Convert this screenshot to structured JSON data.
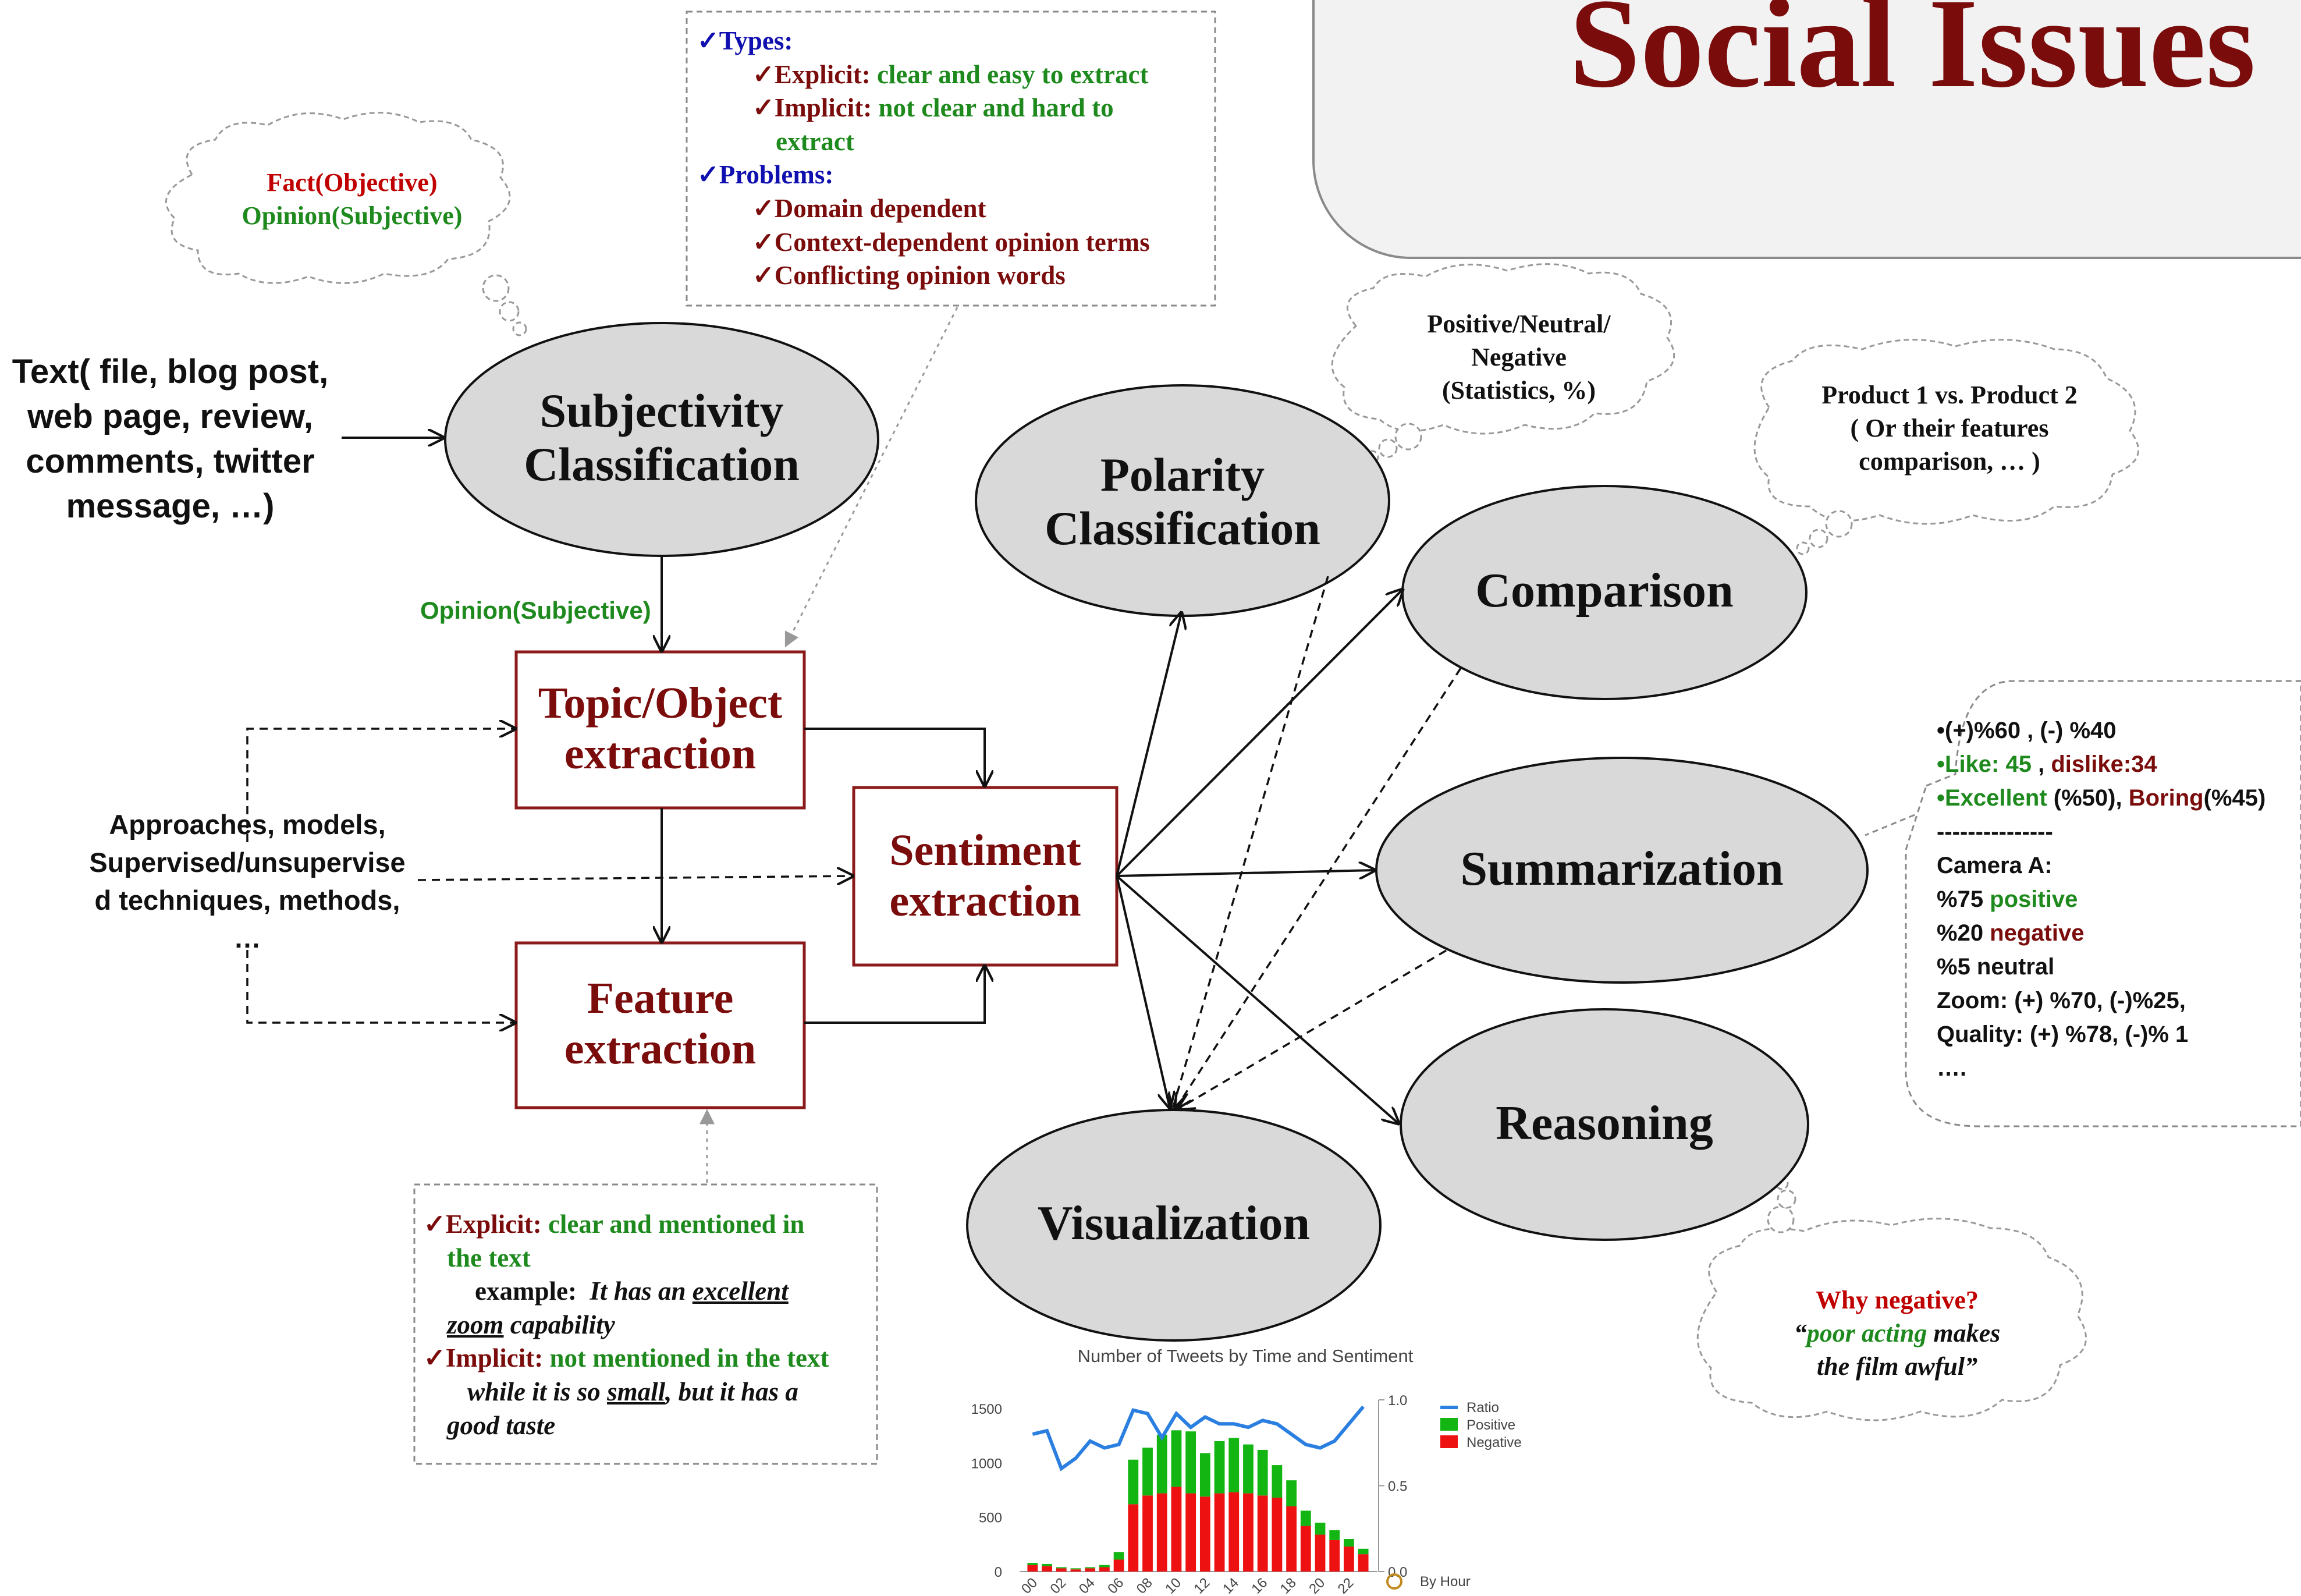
{
  "title": "Social Issues",
  "colors": {
    "title": "#7b0c0c",
    "ellipse_fill": "#d9d9d9",
    "rect_border": "#8b1a1a",
    "green": "#1e8a1e",
    "red": "#c00000",
    "dark_red": "#7b0c0c",
    "blue": "#1010b0",
    "chart_positive": "#12b512",
    "chart_negative": "#ee1111",
    "chart_ratio": "#2a7fe0"
  },
  "input_text": [
    "Text( file, blog post,",
    "web page, review,",
    "comments, twitter",
    "message, …)"
  ],
  "cloud_subjectivity": {
    "fact": "Fact(Objective)",
    "opinion": "Opinion(Subjective)"
  },
  "ellipses": {
    "subjectivity": [
      "Subjectivity",
      "Classification"
    ],
    "polarity": [
      "Polarity",
      "Classification"
    ],
    "comparison": "Comparison",
    "summarization": "Summarization",
    "reasoning": "Reasoning",
    "visualization": "Visualization"
  },
  "rects": {
    "topic": [
      "Topic/Object",
      "extraction"
    ],
    "feature": [
      "Feature",
      "extraction"
    ],
    "sentiment": [
      "Sentiment",
      "extraction"
    ]
  },
  "opinion_label": "Opinion(Subjective)",
  "approaches": [
    "Approaches,  models,",
    "Supervised/unsupervise",
    "d  techniques,  methods,",
    "…"
  ],
  "types_box": {
    "types_label": "✓Types:",
    "explicit_head": "✓Explicit:",
    "explicit_text": " clear and easy to extract",
    "implicit_head": "✓Implicit:",
    "implicit_text_1": "  not clear and hard to",
    "implicit_text_2": "extract",
    "problems_label": "✓Problems:",
    "problems": [
      "✓Domain dependent",
      "✓Context-dependent opinion terms",
      "✓Conflicting opinion words"
    ]
  },
  "feature_box": {
    "explicit_head": "✓Explicit:",
    "explicit_text_1": " clear and mentioned in",
    "explicit_text_2": "the text",
    "example_label": "example:",
    "example_1": "It has an ",
    "example_word_excellent": "excellent",
    "example_word_zoom": "zoom",
    "example_2": " capability",
    "implicit_head": "✓Implicit:",
    "implicit_text": "  not mentioned in the text",
    "implicit_ex_1": "while it is so ",
    "implicit_ex_small": "small",
    "implicit_ex_2": ", but it has a",
    "implicit_ex_3": "good taste"
  },
  "cloud_polarity": [
    "Positive/Neutral/",
    "Negative",
    "(Statistics, %)"
  ],
  "cloud_comparison": [
    "Product 1 vs. Product 2",
    "( Or their features",
    "comparison, … )"
  ],
  "summary_box": {
    "l1": "•(+)%60   ,   (-) %40",
    "l2_like": "•Like: 45",
    "l2_sep": " , ",
    "l2_dislike": "dislike:34",
    "l3_exc": "•Excellent",
    "l3_exc_val": " (%50), ",
    "l3_bor": "Boring",
    "l3_bor_val": "(%45)",
    "sep": "---------------",
    "camera": "Camera A:",
    "pos_val": "%75 ",
    "pos_word": "positive",
    "neg_val": "%20 ",
    "neg_word": "negative",
    "neutral": "%5 neutral",
    "zoom": "Zoom:  (+) %70, (-)%25,",
    "quality": "Quality: (+) %78, (-)% 1",
    "dots": "…."
  },
  "cloud_reasoning": {
    "why": "Why negative?",
    "quote_open": "“",
    "quote_green": "poor acting",
    "quote_rest": " makes",
    "quote_2": "the film awful”"
  },
  "chart_data": {
    "type": "bar",
    "title": "Number of Tweets by Time and Sentiment",
    "xlabel": "By Hour",
    "ylabel": "",
    "x_tick_labels": [
      "00",
      "02",
      "04",
      "06",
      "08",
      "10",
      "12",
      "14",
      "16",
      "18",
      "20",
      "22"
    ],
    "y_ticks_left": [
      "0",
      "500",
      "1000",
      "1500"
    ],
    "y_ticks_right": [
      "0.0",
      "0.5",
      "1.0"
    ],
    "ylim": [
      0,
      1500
    ],
    "ylim_right": [
      0,
      1.0
    ],
    "stacked": true,
    "hours": [
      0,
      1,
      2,
      3,
      4,
      5,
      6,
      7,
      8,
      9,
      10,
      11,
      12,
      13,
      14,
      15,
      16,
      17,
      18,
      19,
      20,
      21,
      22,
      23
    ],
    "series": [
      {
        "name": "Negative",
        "values": [
          60,
          50,
          30,
          20,
          30,
          40,
          110,
          620,
          700,
          720,
          780,
          720,
          690,
          720,
          730,
          720,
          700,
          680,
          600,
          420,
          340,
          290,
          230,
          160
        ]
      },
      {
        "name": "Positive",
        "values": [
          20,
          20,
          10,
          10,
          10,
          20,
          70,
          410,
          440,
          540,
          520,
          570,
          400,
          480,
          500,
          450,
          420,
          300,
          240,
          140,
          110,
          90,
          70,
          50
        ]
      },
      {
        "name": "Ratio",
        "values": [
          0.8,
          0.82,
          0.6,
          0.66,
          0.76,
          0.72,
          0.74,
          0.94,
          0.92,
          0.78,
          0.92,
          0.84,
          0.9,
          0.86,
          0.86,
          0.84,
          0.88,
          0.86,
          0.8,
          0.74,
          0.72,
          0.76,
          0.86,
          0.96
        ]
      }
    ],
    "legend": [
      "Ratio",
      "Positive",
      "Negative"
    ],
    "legend_position": "right"
  }
}
